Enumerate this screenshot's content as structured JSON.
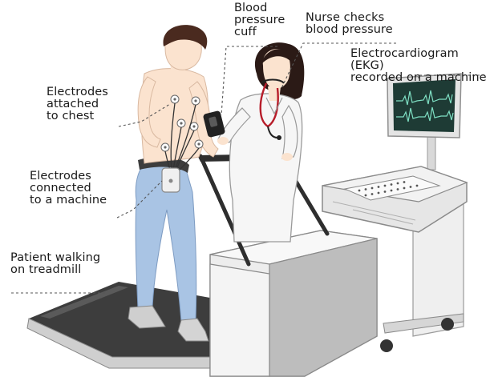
{
  "labels": {
    "cuff": "Blood\npressure\ncuff",
    "nurse": "Nurse checks\nblood pressure",
    "ekg": "Electrocardiogram (EKG)\nrecorded on a machine",
    "chest": "Electrodes\nattached\nto chest",
    "machine": "Electrodes\nconnected\nto a machine",
    "treadmill": "Patient walking\non treadmill"
  },
  "colors": {
    "skin": "#fbe3cf",
    "hair": "#4a2a1f",
    "jeans": "#a9c4e4",
    "coat": "#f6f6f6",
    "cart": "#e6e6e6",
    "screen": "#1e3b35",
    "trace": "#7fe0c4",
    "belt": "#3d3d3d",
    "stethoscope": "#b71d2a"
  }
}
